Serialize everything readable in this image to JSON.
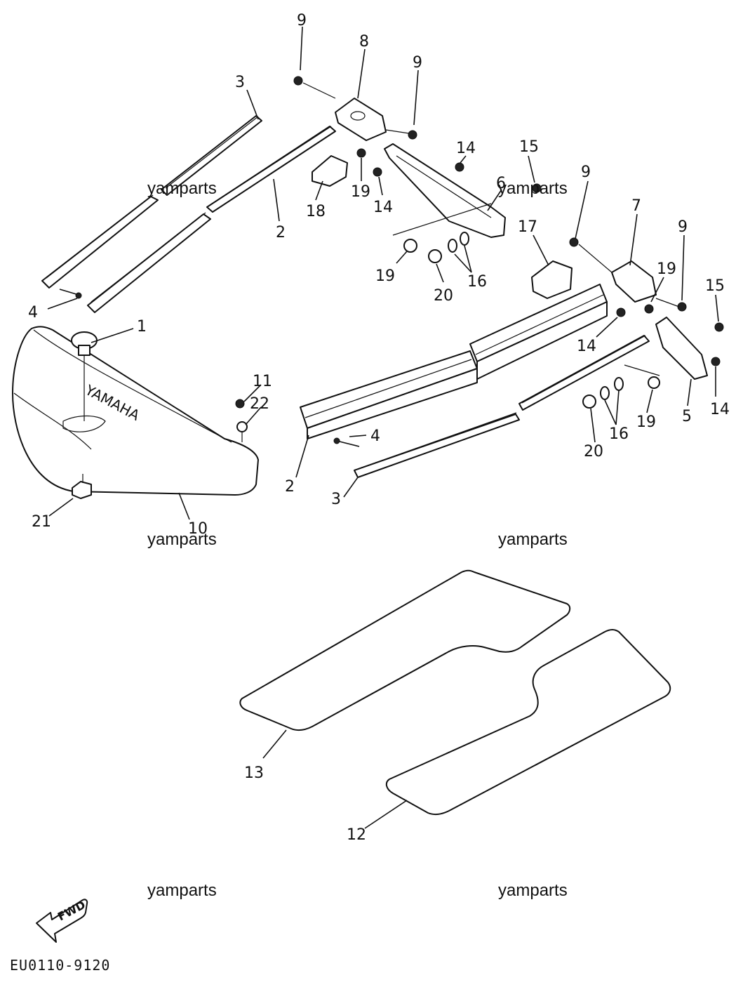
{
  "watermark": "yamparts",
  "diagram_code": "EU0110-9120",
  "fwd_label": "FWD",
  "logo_text": "YAMAHA",
  "callouts": [
    {
      "id": "c1",
      "label": "1"
    },
    {
      "id": "c2a",
      "label": "2"
    },
    {
      "id": "c2b",
      "label": "2"
    },
    {
      "id": "c3a",
      "label": "3"
    },
    {
      "id": "c3b",
      "label": "3"
    },
    {
      "id": "c4a",
      "label": "4"
    },
    {
      "id": "c4b",
      "label": "4"
    },
    {
      "id": "c5",
      "label": "5"
    },
    {
      "id": "c6",
      "label": "6"
    },
    {
      "id": "c7",
      "label": "7"
    },
    {
      "id": "c8",
      "label": "8"
    },
    {
      "id": "c9a",
      "label": "9"
    },
    {
      "id": "c9b",
      "label": "9"
    },
    {
      "id": "c9c",
      "label": "9"
    },
    {
      "id": "c9d",
      "label": "9"
    },
    {
      "id": "c10",
      "label": "10"
    },
    {
      "id": "c11",
      "label": "11"
    },
    {
      "id": "c12",
      "label": "12"
    },
    {
      "id": "c13",
      "label": "13"
    },
    {
      "id": "c14a",
      "label": "14"
    },
    {
      "id": "c14b",
      "label": "14"
    },
    {
      "id": "c14c",
      "label": "14"
    },
    {
      "id": "c14d",
      "label": "14"
    },
    {
      "id": "c15a",
      "label": "15"
    },
    {
      "id": "c15b",
      "label": "15"
    },
    {
      "id": "c16a",
      "label": "16"
    },
    {
      "id": "c16b",
      "label": "16"
    },
    {
      "id": "c17",
      "label": "17"
    },
    {
      "id": "c18",
      "label": "18"
    },
    {
      "id": "c19a",
      "label": "19"
    },
    {
      "id": "c19b",
      "label": "19"
    },
    {
      "id": "c19c",
      "label": "19"
    },
    {
      "id": "c19d",
      "label": "19"
    },
    {
      "id": "c20a",
      "label": "20"
    },
    {
      "id": "c20b",
      "label": "20"
    },
    {
      "id": "c21",
      "label": "21"
    },
    {
      "id": "c22",
      "label": "22"
    }
  ]
}
